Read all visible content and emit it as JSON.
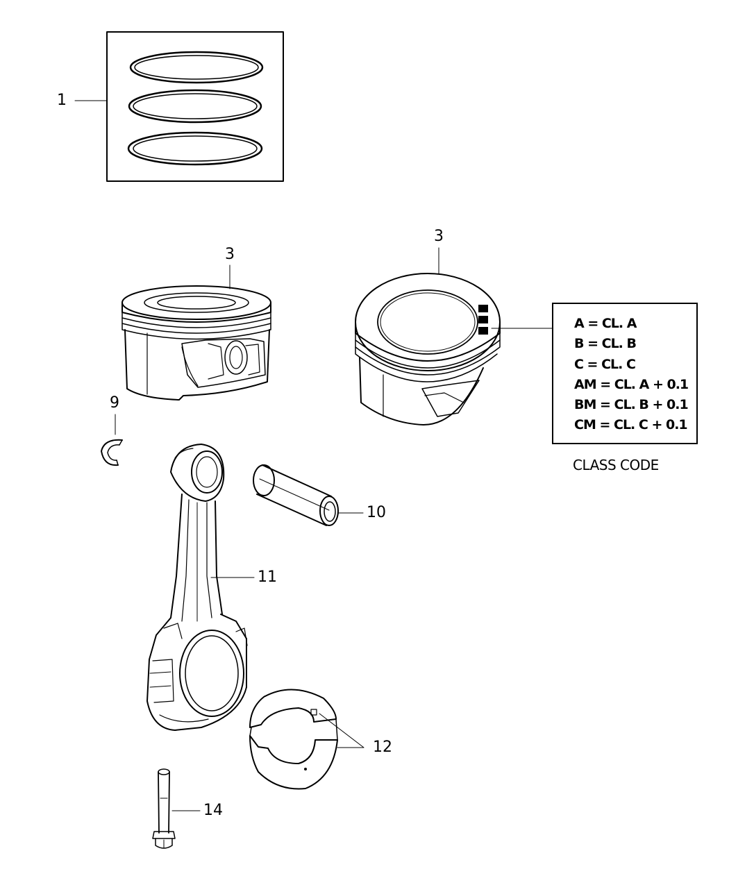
{
  "callouts": {
    "rings": "1",
    "piston_left": "3",
    "piston_right": "3",
    "snap_ring": "9",
    "piston_pin": "10",
    "connecting_rod": "11",
    "bearing": "12",
    "bolt": "14"
  },
  "class_code": {
    "lines": [
      "A = CL. A",
      "B = CL. B",
      "C = CL. C",
      "AM = CL. A + 0.1",
      "BM = CL. B + 0.1",
      "CM = CL. C + 0.1"
    ],
    "caption": "CLASS CODE"
  }
}
